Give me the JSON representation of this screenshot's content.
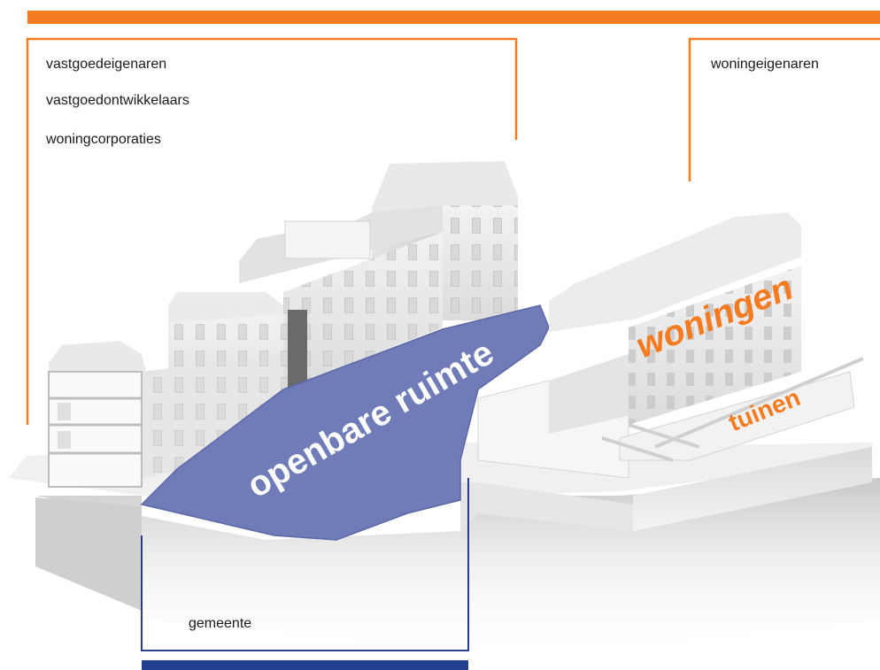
{
  "colors": {
    "accent_orange": "#f47b20",
    "accent_blue": "#24408e",
    "public_space_blue": "#6f7cb8"
  },
  "groups": {
    "owners_left": [
      "vastgoedeigenaren",
      "vastgoedontwikkelaars",
      "woningcorporaties"
    ],
    "owners_right": [
      "woningeigenaren"
    ],
    "municipality": "gemeente"
  },
  "areas": {
    "public_space": "openbare ruimte",
    "homes": "woningen",
    "gardens": "tuinen"
  }
}
